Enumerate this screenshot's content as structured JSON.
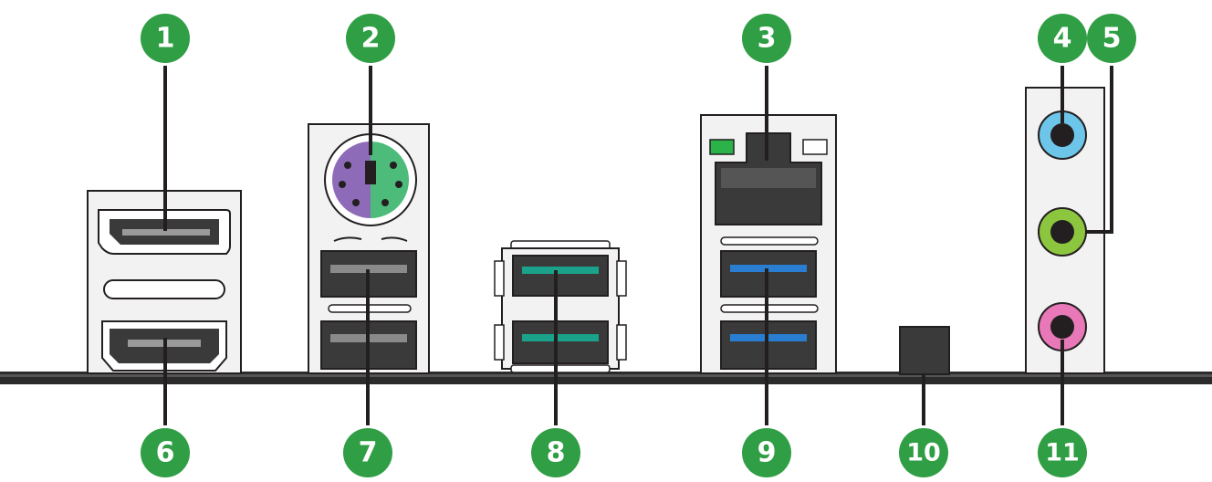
{
  "colors": {
    "badge": "#2f9e44",
    "badge_text": "#ffffff",
    "leader": "#231f20",
    "panel_fill": "#f2f2f2",
    "panel_stroke": "#231f20",
    "port_dark": "#231f20",
    "ps2_mouse": "#8e6bb8",
    "ps2_keyboard": "#4dbb7a",
    "usb_teal": "#1aa38a",
    "usb_blue": "#2a7ed1",
    "led_green": "#2bb34a",
    "audio_blue": "#6dc6ea",
    "audio_green": "#8cc63f",
    "audio_pink": "#e878b8",
    "board_edge": "#2b2b2b"
  },
  "callouts": [
    {
      "id": "1",
      "label": "1"
    },
    {
      "id": "2",
      "label": "2"
    },
    {
      "id": "3",
      "label": "3"
    },
    {
      "id": "4",
      "label": "4"
    },
    {
      "id": "5",
      "label": "5"
    },
    {
      "id": "6",
      "label": "6"
    },
    {
      "id": "7",
      "label": "7"
    },
    {
      "id": "8",
      "label": "8"
    },
    {
      "id": "9",
      "label": "9"
    },
    {
      "id": "10",
      "label": "10"
    },
    {
      "id": "11",
      "label": "11"
    }
  ]
}
